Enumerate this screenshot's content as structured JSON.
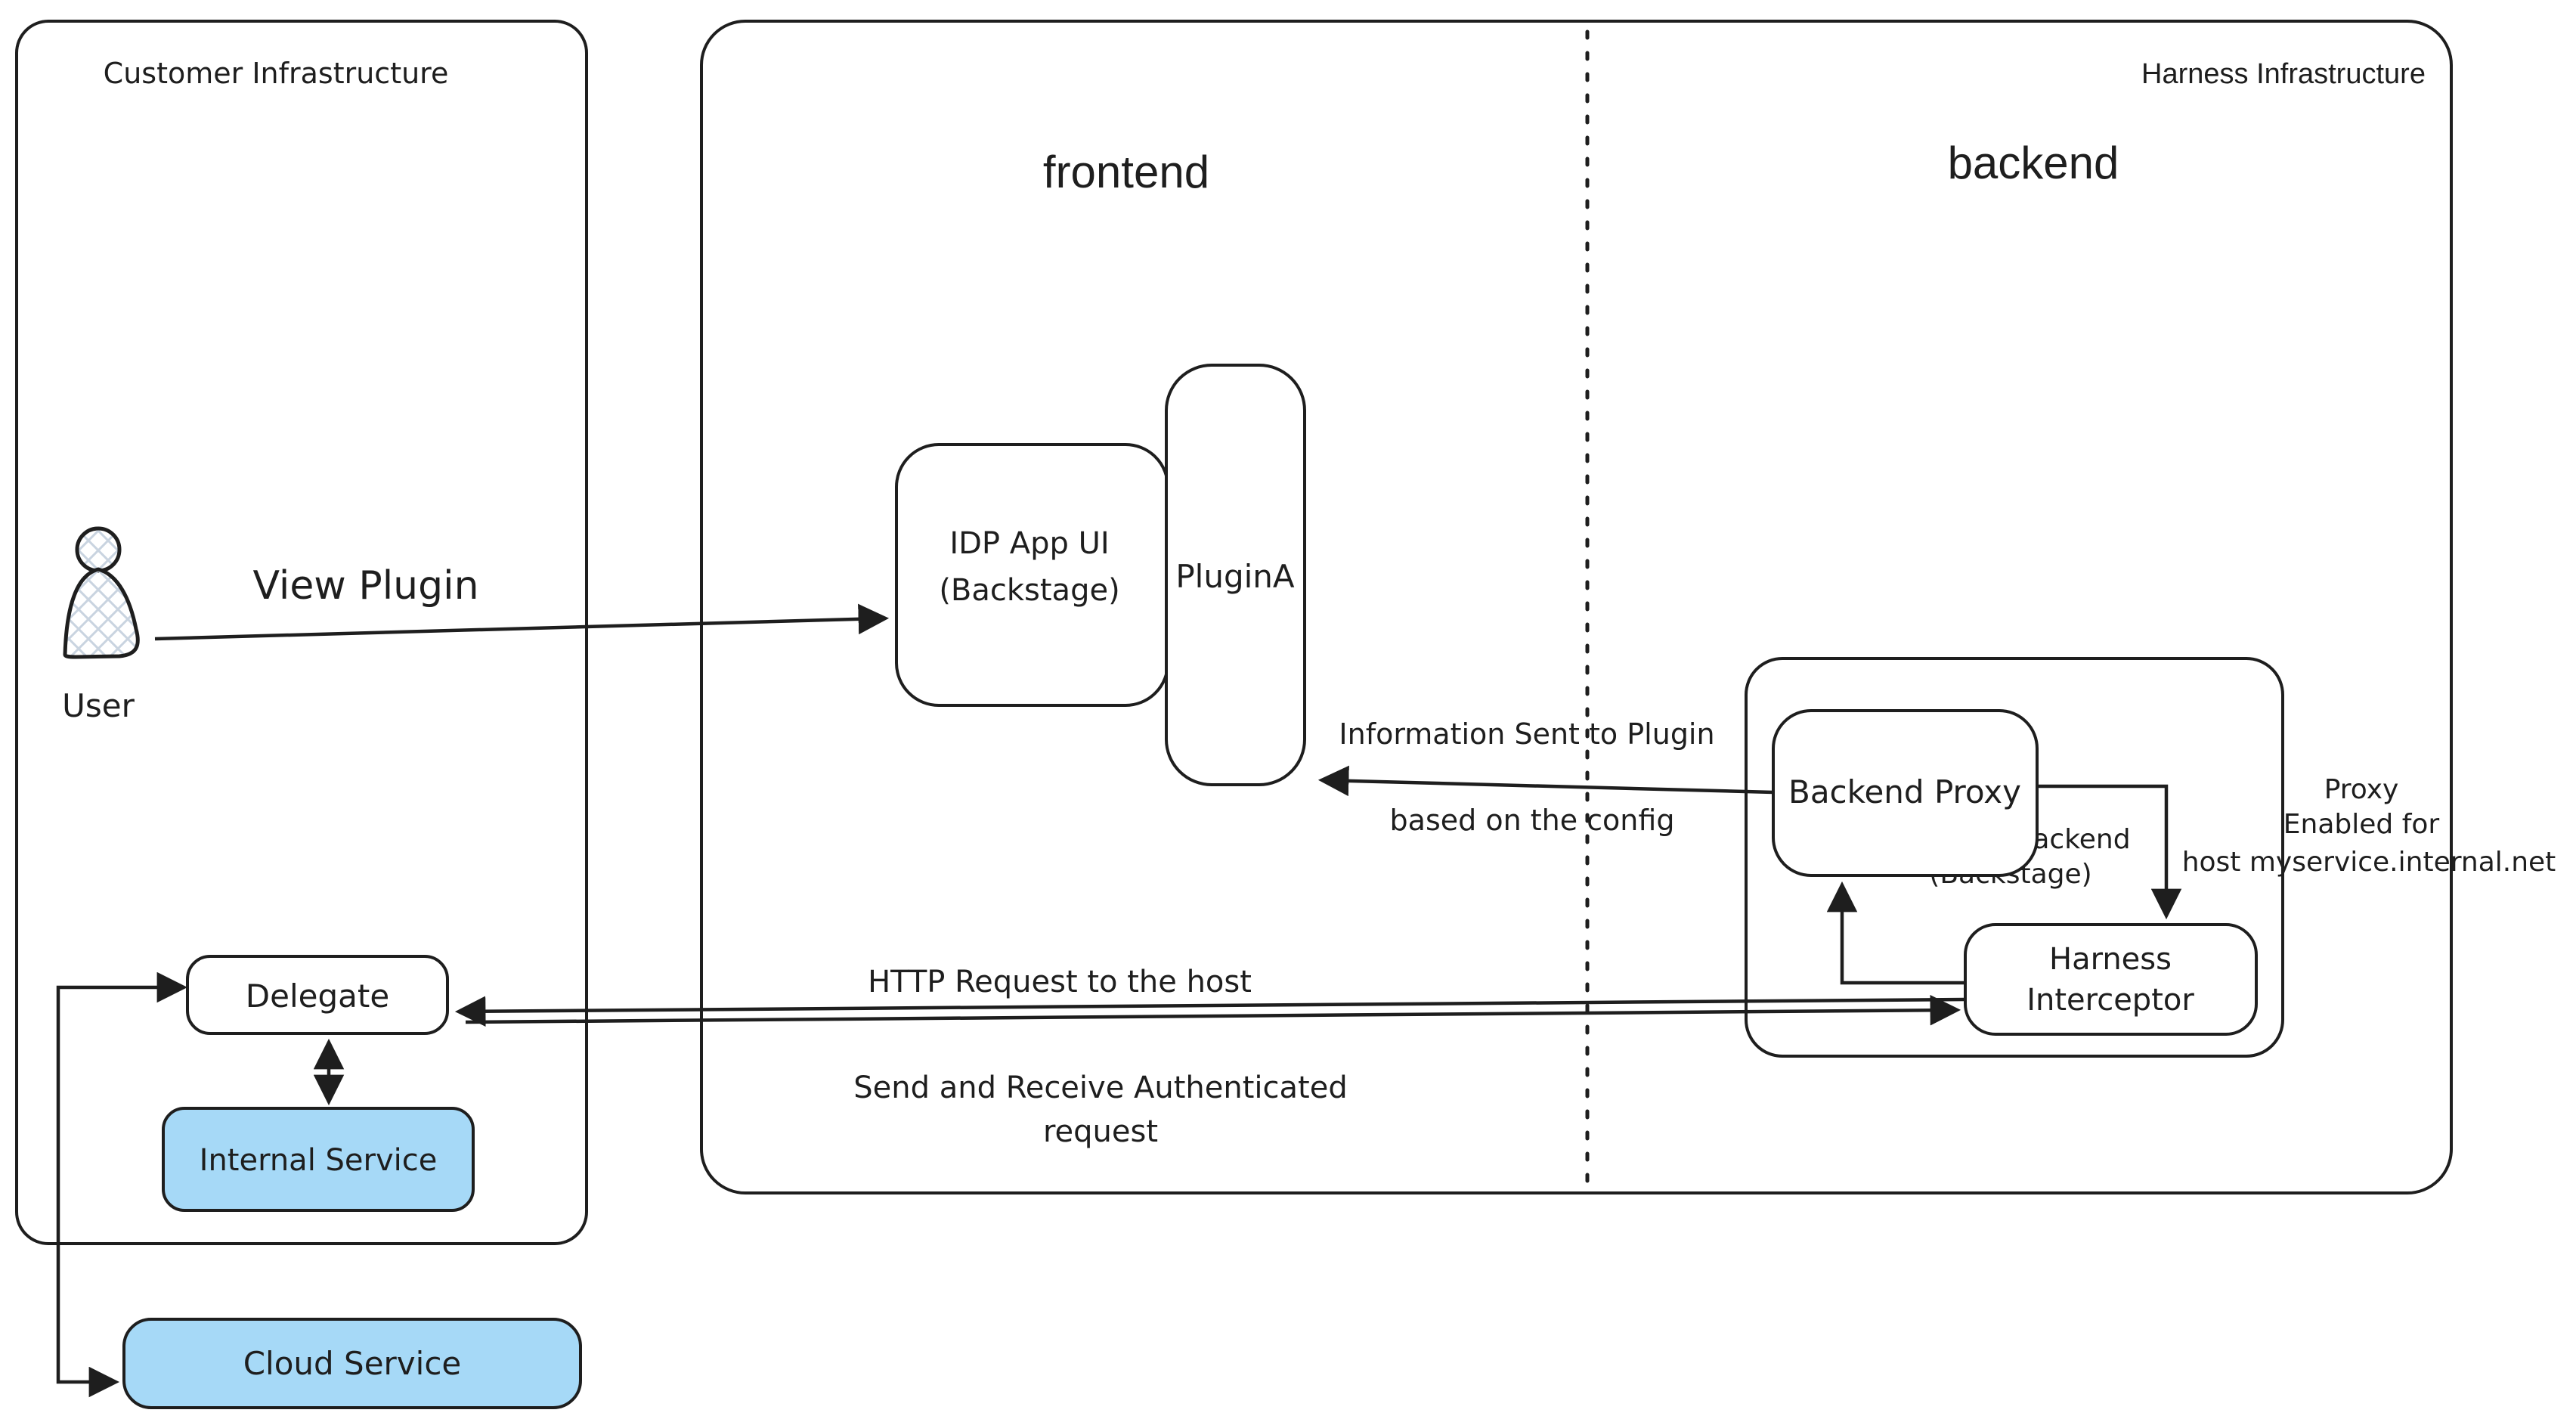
{
  "diagram": {
    "containers": {
      "customer": {
        "label": "Customer Infrastructure"
      },
      "harness": {
        "label": "Harness Infrastructure"
      },
      "frontend_zone": {
        "label": "frontend"
      },
      "backend_zone": {
        "label": "backend"
      },
      "idp_app_backend": {
        "label_line1": "IDP App Backend",
        "label_line2": "(Backstage)"
      }
    },
    "nodes": {
      "user": {
        "label": "User"
      },
      "idp_app_ui": {
        "label_line1": "IDP App UI",
        "label_line2": "(Backstage)"
      },
      "plugin_a": {
        "label": "PluginA"
      },
      "backend_proxy": {
        "label": "Backend Proxy"
      },
      "harness_interceptor": {
        "label_line1": "Harness",
        "label_line2": "Interceptor"
      },
      "delegate": {
        "label": "Delegate"
      },
      "internal_service": {
        "label": "Internal Service"
      },
      "cloud_service": {
        "label": "Cloud Service"
      }
    },
    "edges": {
      "view_plugin": {
        "label": "View Plugin"
      },
      "info_to_plugin": {
        "label_line1": "Information Sent to Plugin",
        "label_line2": "based on the config"
      },
      "http_request": {
        "label": "HTTP Request to the host"
      },
      "auth_request": {
        "label_line1": "Send and Receive Authenticated",
        "label_line2": "request"
      },
      "proxy_note": {
        "label_line1": "Proxy",
        "label_line2": "Enabled for",
        "label_line3": "host myservice.internal.net"
      }
    },
    "colors": {
      "stroke": "#1e1e1e",
      "service_fill": "#a6d9f7",
      "hatch": "#c9d4e0",
      "background": "#ffffff"
    }
  }
}
